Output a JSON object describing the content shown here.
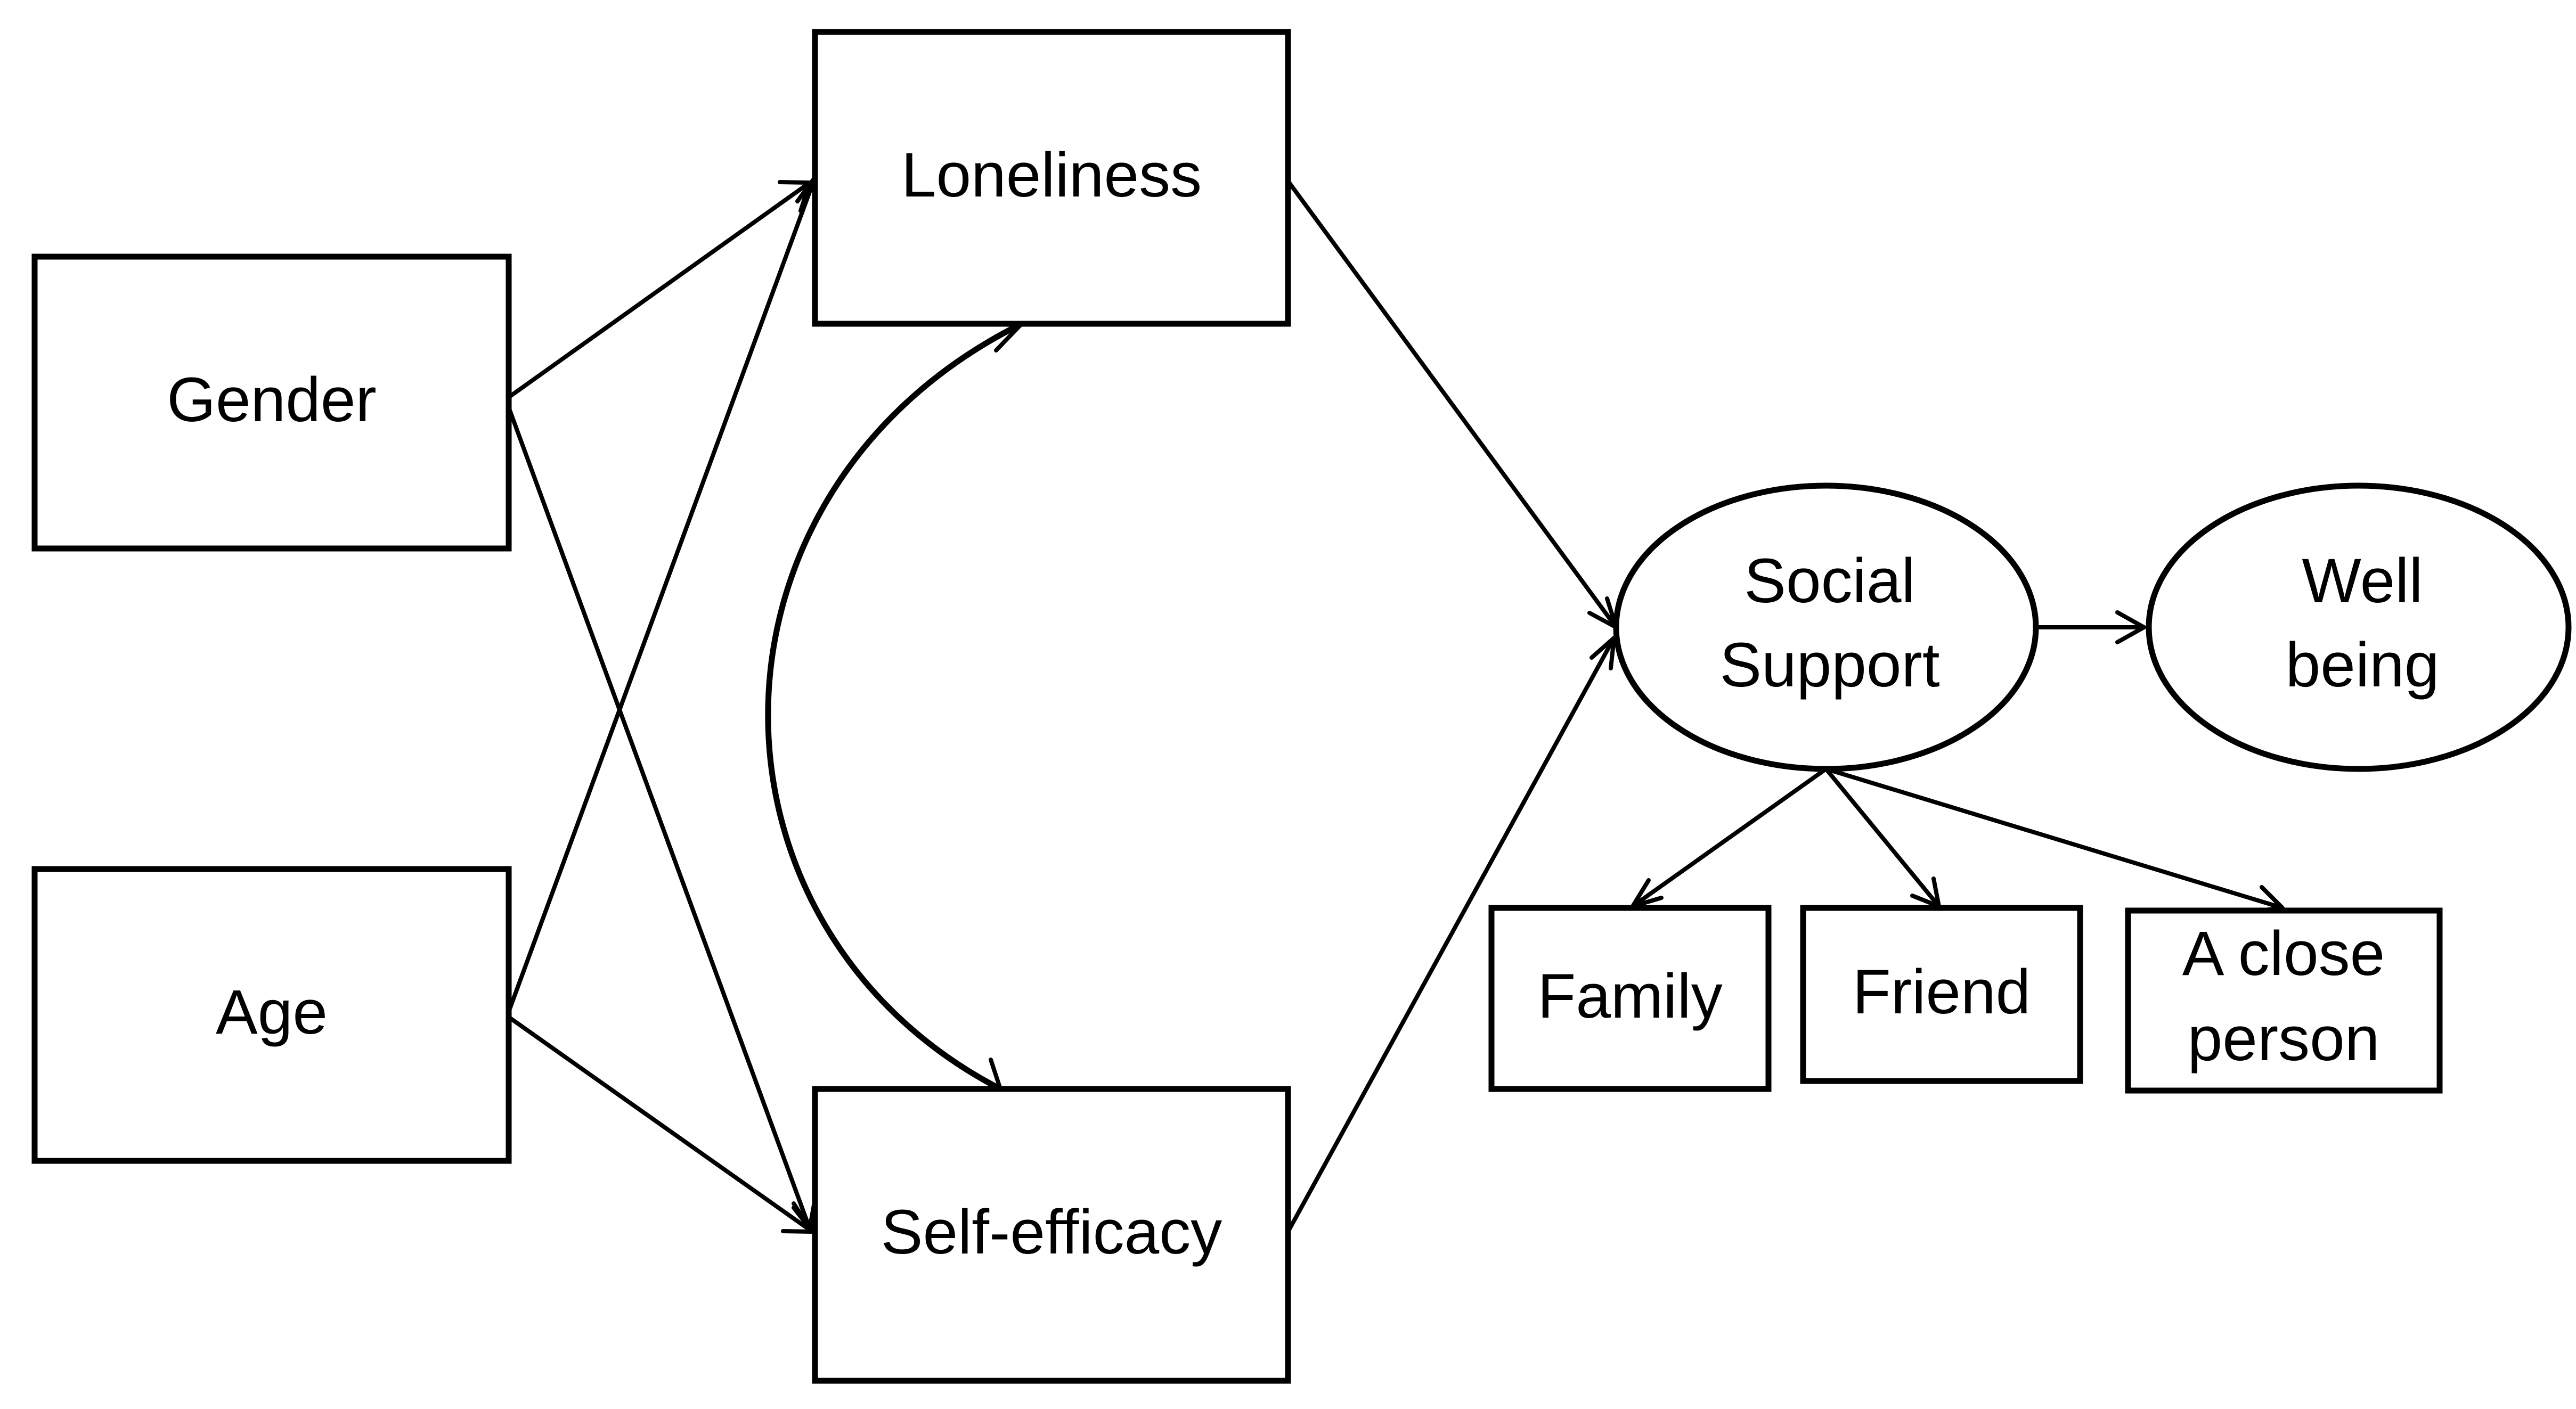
{
  "nodes": {
    "gender": {
      "label": "Gender"
    },
    "age": {
      "label": "Age"
    },
    "loneliness": {
      "label": "Loneliness"
    },
    "self_efficacy": {
      "label": "Self-efficacy"
    },
    "social_support": {
      "line1": "Social",
      "line2": "Support"
    },
    "well_being": {
      "line1": "Well",
      "line2": "being"
    },
    "family": {
      "label": "Family"
    },
    "friend": {
      "label": "Friend"
    },
    "close_person": {
      "line1": "A close",
      "line2": "person"
    }
  },
  "edges": [
    {
      "from": "gender",
      "to": "loneliness"
    },
    {
      "from": "gender",
      "to": "self_efficacy"
    },
    {
      "from": "age",
      "to": "loneliness"
    },
    {
      "from": "age",
      "to": "self_efficacy"
    },
    {
      "from": "loneliness",
      "to": "social_support"
    },
    {
      "from": "self_efficacy",
      "to": "social_support"
    },
    {
      "from": "social_support",
      "to": "well_being"
    },
    {
      "from": "social_support",
      "to": "family"
    },
    {
      "from": "social_support",
      "to": "friend"
    },
    {
      "from": "social_support",
      "to": "close_person"
    },
    {
      "from": "loneliness",
      "to": "self_efficacy",
      "type": "correlation"
    }
  ]
}
